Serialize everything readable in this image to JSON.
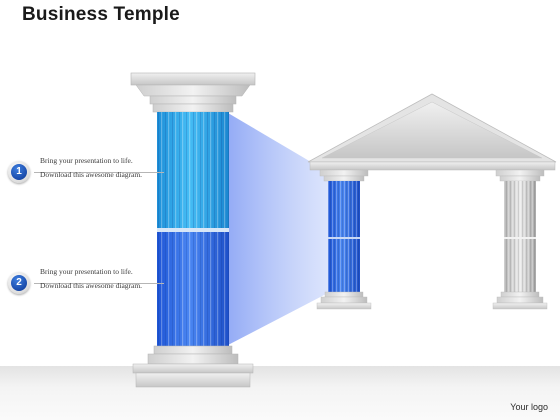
{
  "title": "Business Temple",
  "steps": [
    {
      "number": "1",
      "line1": "Bring your presentation to life.",
      "line2": "Download this awesome diagram."
    },
    {
      "number": "2",
      "line1": "Bring your presentation to life.",
      "line2": "Download this awesome diagram."
    }
  ],
  "logo_text": "Your logo",
  "colors": {
    "pillar_top": "#2fa9ec",
    "pillar_bottom": "#2f6fe6",
    "beam": "#6b8ff0",
    "stone": "#d9d9d9",
    "badge": "#1f56c2"
  }
}
